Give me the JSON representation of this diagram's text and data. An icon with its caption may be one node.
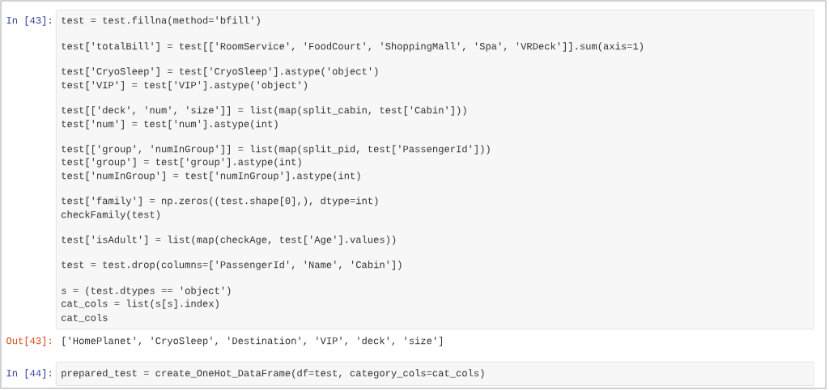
{
  "diagram": {
    "nodes": [
      {
        "text": [
          "test = test.fillna(method='bfill')",
          "test['totalBill'] = test[['RoomService', 'FoodCourt', 'ShoppingMall', 'Spa', 'VRDeck']].sum(axis=1)",
          "test['CryoSleep'] = test['CryoSleep'].astype('object')",
          "test['VIP'] = test['VIP'].astype('object')",
          "test[['deck', 'num', 'size']] = list(map(split_cabin, test['Cabin']))",
          "test['num'] = test['num'].astype(int)",
          "test[['group', 'numInGroup']] = list(map(split_pid, test['PassengerId']))",
          "test['group'] = test['group'].astype(int)",
          "test['numInGroup'] = test['numInGroup'].astype(int)",
          "test['family'] = np.zeros((test.shape[0],), dtype=int)",
          "checkFamily(test)",
          "test['isAdult'] = list(map(checkAge, test['Age'].values))",
          "test = test.drop(columns=['PassengerId', 'Name', 'Cabin'])",
          "s = (test.dtypes == 'object')",
          "cat_cols = list(s[s].index)",
          "cat_cols"
        ],
        "beside": [
          "In [43]:"
        ]
      },
      {
        "text": [
          "prepared_test = create_OneHot_DataFrame(df=test, category_cols=cat_cols)"
        ],
        "beside": [
          "In [44]:"
        ]
      }
    ],
    "edges": [],
    "labels": [
      "Out[43]:",
      "['HomePlanet', 'CryoSleep', 'Destination', 'VIP', 'deck', 'size']"
    ]
  }
}
